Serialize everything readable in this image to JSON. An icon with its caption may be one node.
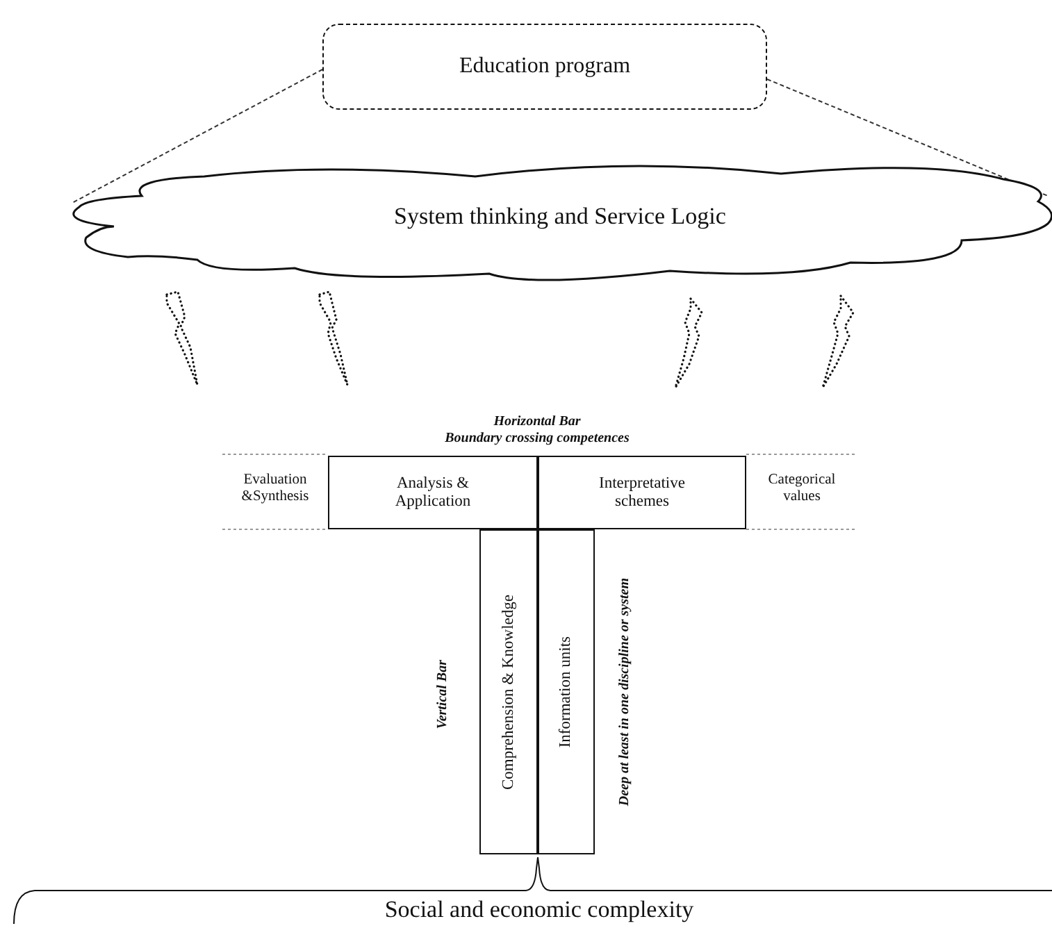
{
  "diagram": {
    "nodes": [
      {
        "text": [
          "Education program"
        ]
      },
      {
        "text": [
          "System thinking and Service Logic"
        ]
      },
      {
        "text": [
          "Analysis & Application"
        ]
      },
      {
        "text": [
          "Interpretative schemes"
        ]
      },
      {
        "text": [
          "Comprehension & Knowledge"
        ]
      },
      {
        "text": [
          "Information units"
        ]
      }
    ],
    "edges": [
      {
        "from": 0,
        "to": 1,
        "arrow": "none",
        "style": "dashed"
      },
      {
        "from": 0,
        "to": 1,
        "arrow": "none",
        "style": "dashed"
      }
    ],
    "labels": [
      "Horizontal Bar",
      "Boundary crossing competences",
      "Evaluation &Synthesis",
      "Categorical values",
      "Vertical Bar",
      "Deep at least in one discipline or system",
      "Social and economic complexity"
    ]
  }
}
